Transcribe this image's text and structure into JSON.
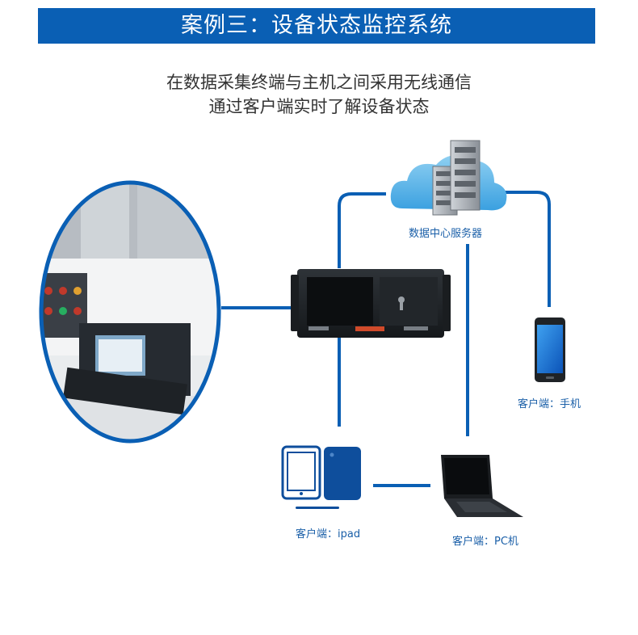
{
  "header": {
    "title": "案例三：设备状态监控系统"
  },
  "subtitle": {
    "line1": "在数据采集终端与主机之间采用无线通信",
    "line2": "通过客户端实时了解设备状态"
  },
  "nodes": {
    "server": {
      "label": "数据中心服务器"
    },
    "phone": {
      "label": "客户端：手机"
    },
    "ipad": {
      "label": "客户端：ipad"
    },
    "pc": {
      "label": "客户端：PC机"
    }
  },
  "colors": {
    "accent": "#0a5fb4",
    "label": "#1a5fa8",
    "text": "#333333"
  }
}
